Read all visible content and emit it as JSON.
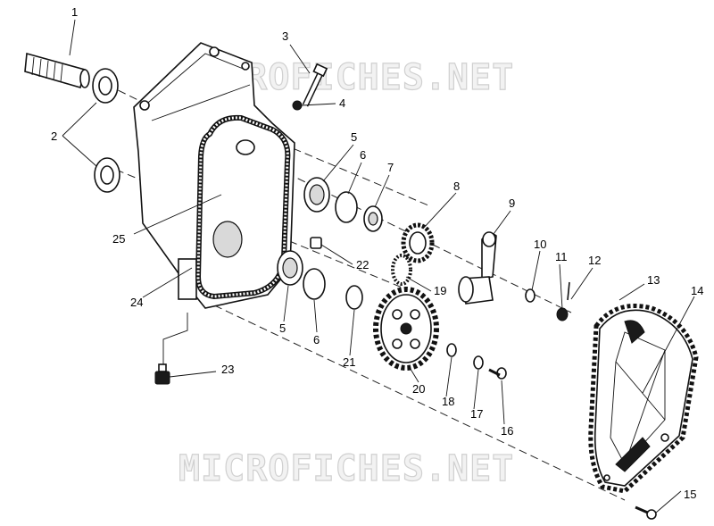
{
  "watermark": {
    "text": "MICROFICHES.NET"
  },
  "callouts": [
    "1",
    "2",
    "3",
    "4",
    "5",
    "6",
    "7",
    "8",
    "9",
    "10",
    "11",
    "12",
    "13",
    "14",
    "15",
    "16",
    "17",
    "18",
    "19",
    "20",
    "21",
    "22",
    "23",
    "24",
    "25"
  ],
  "repeat_callouts": {
    "five_b": "5",
    "six_b": "6"
  }
}
